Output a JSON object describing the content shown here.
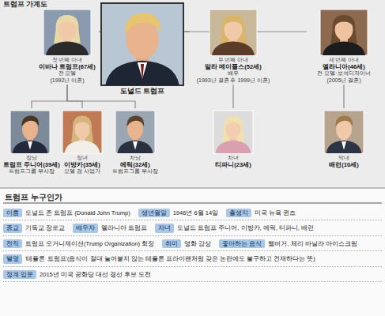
{
  "diagram": {
    "title": "트럼프 가계도",
    "nodes": [
      {
        "text": [
          "도널드 트럼프"
        ]
      },
      {
        "text": [
          "첫 번째 아내",
          "이바나 트럼프(67세)",
          "전 모델",
          "(1992년 이혼)"
        ]
      },
      {
        "text": [
          "두 번째 아내",
          "말라 메이플스(52세)",
          "배우",
          "(1993년 결혼 후 1999년 이혼)"
        ]
      },
      {
        "text": [
          "세 번째 아내",
          "멜라니아(46세)",
          "전 모델·보석디자이너",
          "(2005년 결혼)"
        ]
      },
      {
        "text": [
          "장남",
          "트럼프 주니어(39세)",
          "트럼프그룹 부사장"
        ]
      },
      {
        "text": [
          "장녀",
          "이방카(35세)",
          "모델 겸 사업가"
        ]
      },
      {
        "text": [
          "차남",
          "에릭(32세)",
          "트럼프그룹 부사장"
        ]
      },
      {
        "text": [
          "차녀",
          "티파니(23세)"
        ]
      },
      {
        "text": [
          "막내",
          "배런(10세)"
        ]
      },
      {
        "text": [
          "이름"
        ]
      },
      {
        "text": [
          "생년월일"
        ]
      },
      {
        "text": [
          "출생지"
        ]
      },
      {
        "text": [
          "종교"
        ]
      },
      {
        "text": [
          "배우자"
        ]
      },
      {
        "text": [
          "자녀"
        ]
      },
      {
        "text": [
          "전직"
        ]
      },
      {
        "text": [
          "취미"
        ]
      },
      {
        "text": [
          "좋아하는 음식"
        ]
      },
      {
        "text": [
          "별명"
        ]
      },
      {
        "text": [
          "정계 입문"
        ]
      }
    ],
    "edges": [
      {
        "from": 0,
        "to": 1,
        "arrow": "none"
      },
      {
        "from": 0,
        "to": 2,
        "arrow": "none"
      },
      {
        "from": 0,
        "to": 3,
        "arrow": "none"
      },
      {
        "from": 1,
        "to": 4,
        "arrow": "none"
      },
      {
        "from": 1,
        "to": 5,
        "arrow": "none"
      },
      {
        "from": 1,
        "to": 6,
        "arrow": "none"
      },
      {
        "from": 2,
        "to": 7,
        "arrow": "none"
      },
      {
        "from": 3,
        "to": 8,
        "arrow": "none"
      }
    ],
    "labels": [
      "트럼프 누구인가",
      "도널드 존 트럼프 (Donald John Trump)",
      "1946년 6월 14일",
      "미국 뉴욕 퀸즈",
      "기독교 장로교",
      "멜라니아 트럼프",
      "도널드 트럼프 주니어, 이방카, 에릭, 티파니, 배런",
      "트럼프 오거니제이션(Trump Organization) 회장",
      "영화 감상",
      "햄버거, 체리 바닐라 아이스크림",
      "'테플론 트럼프'(음식이 절대 눌어붙지 않는 테플론 프라이팬처럼 갖은 논란에도 불구하고 건재하다는 뜻)",
      "2015년 미국 공화당 대선 경선 후보 도전"
    ]
  }
}
